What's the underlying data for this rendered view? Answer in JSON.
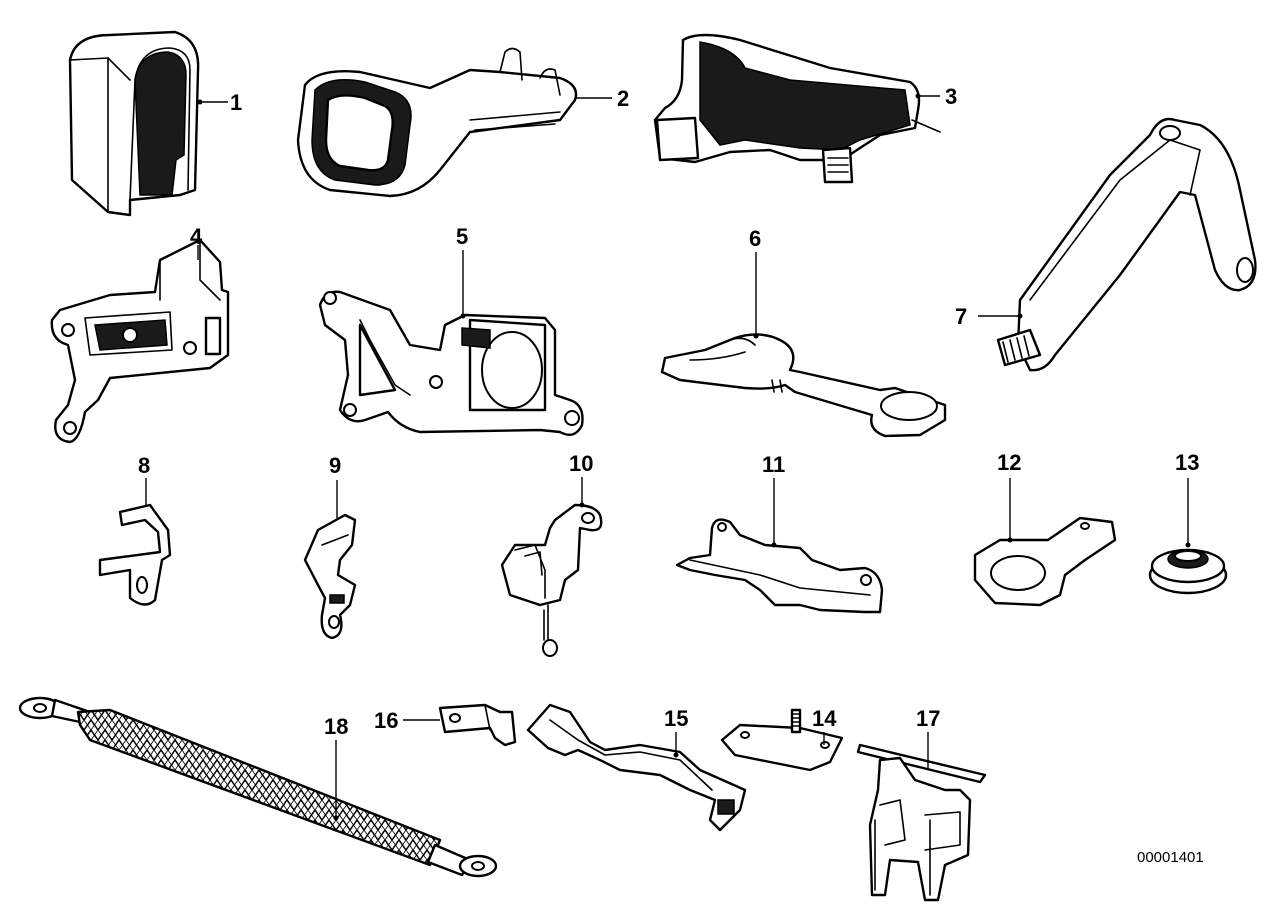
{
  "diagram": {
    "id": "00001401",
    "callouts": [
      "1",
      "2",
      "3",
      "4",
      "5",
      "6",
      "7",
      "8",
      "9",
      "10",
      "11",
      "12",
      "13",
      "14",
      "15",
      "16",
      "17",
      "18"
    ]
  }
}
